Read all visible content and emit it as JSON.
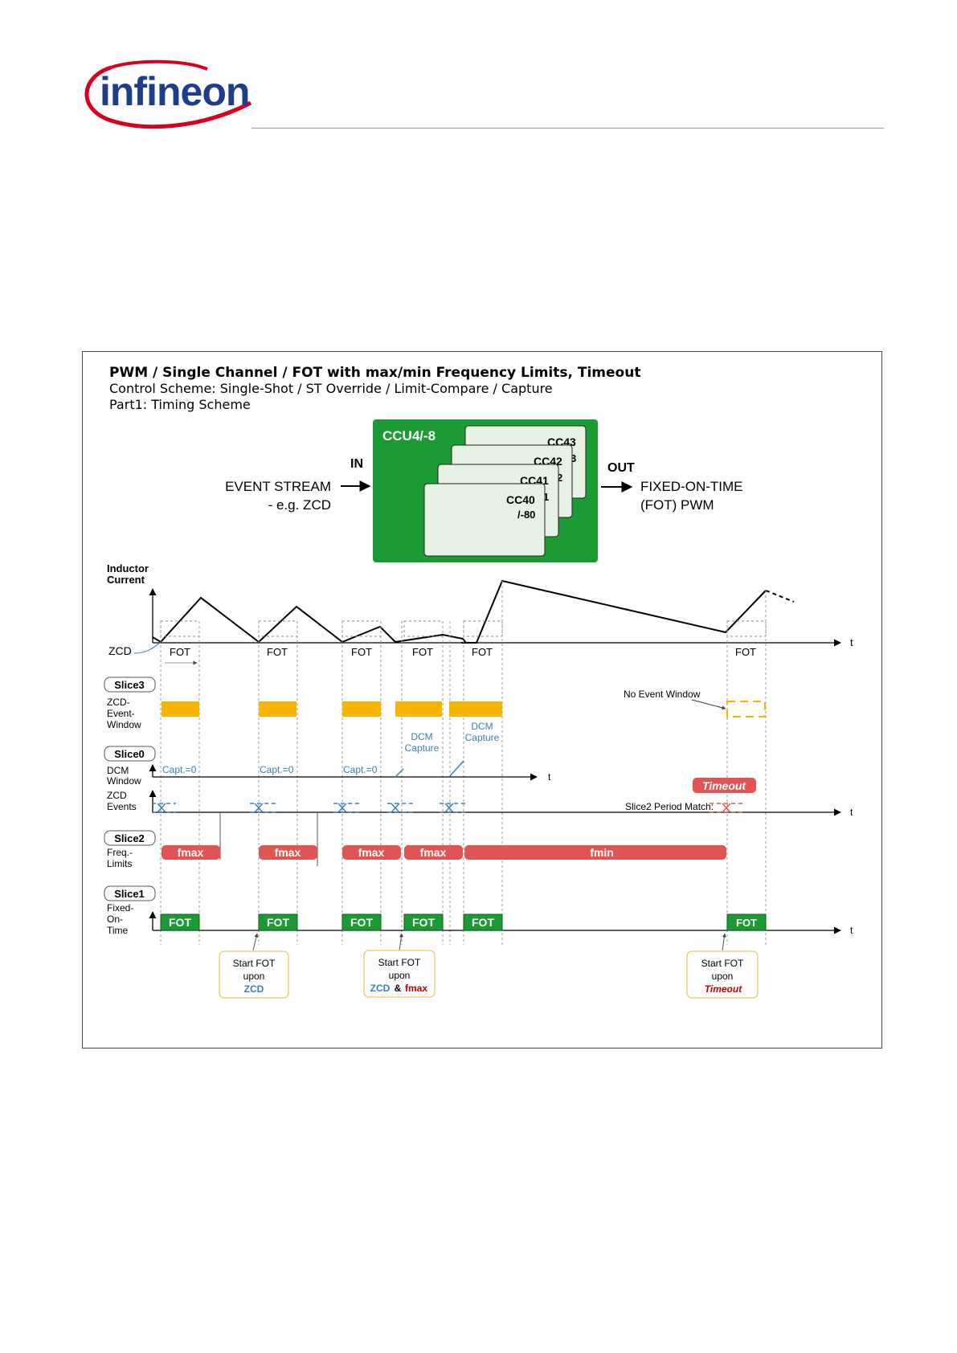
{
  "logo": {
    "text": "infineon",
    "brand_color": "#1e3e8c",
    "swoosh_color": "#d7001d"
  },
  "figure": {
    "title": "PWM / Single Channel / FOT with max/min Frequency Limits, Timeout",
    "subtitle1": "Control Scheme: Single-Shot / ST Override / Limit-Compare / Capture",
    "subtitle2": "Part1: Timing Scheme",
    "block": {
      "title": "CCU4/-8",
      "cards": [
        "CC43",
        "CC42",
        "CC41",
        "CC40"
      ],
      "cards_sub": "/-80",
      "card_overlap_digits": [
        "3",
        "2",
        "1"
      ],
      "in_label": "IN",
      "out_label": "OUT",
      "input_line1": "EVENT STREAM",
      "input_line2": "- e.g. ZCD",
      "output_line1": "FIXED-ON-TIME",
      "output_line2": "(FOT) PWM"
    },
    "inductor": {
      "label1": "Inductor",
      "label2": "Current",
      "zcd": "ZCD",
      "t": "t",
      "fot_labels": [
        "FOT",
        "FOT",
        "FOT",
        "FOT",
        "FOT",
        "FOT"
      ]
    },
    "slice3": {
      "badge": "Slice3",
      "desc1": "ZCD-",
      "desc2": "Event-",
      "desc3": "Window",
      "no_event": "No Event Window"
    },
    "slice0": {
      "badge": "Slice0",
      "desc1": "DCM",
      "desc2": "Window",
      "capt": [
        "Capt.=0",
        "Capt.=0",
        "Capt.=0"
      ],
      "dcm1": "DCM",
      "dcm2": "Capture",
      "t": "t"
    },
    "zcd_events": {
      "label1": "ZCD",
      "label2": "Events",
      "timeout": "Timeout",
      "period_match": "Slice2 Period Match:",
      "t": "t"
    },
    "slice2": {
      "badge": "Slice2",
      "desc1": "Freq.-",
      "desc2": "Limits",
      "bars": [
        "fmax",
        "fmax",
        "fmax",
        "fmax",
        "fmin"
      ]
    },
    "slice1": {
      "badge": "Slice1",
      "desc1": "Fixed-",
      "desc2": "On-",
      "desc3": "Time",
      "pulses": [
        "FOT",
        "FOT",
        "FOT",
        "FOT",
        "FOT",
        "FOT"
      ],
      "t": "t"
    },
    "callouts": [
      {
        "l1": "Start FOT",
        "l2": "upon",
        "l3": "ZCD"
      },
      {
        "l1": "Start FOT",
        "l2": "upon",
        "l3a": "ZCD",
        "l3b": "&",
        "l3c": "fmax"
      },
      {
        "l1": "Start FOT",
        "l2": "upon",
        "l3": "Timeout"
      }
    ],
    "colors": {
      "green": "#1c9b35",
      "dark_green": "#0f7a22",
      "orange": "#f7b500",
      "red": "#e05454",
      "blue": "#3a7fb0",
      "timeout_red": "#c00000"
    }
  }
}
